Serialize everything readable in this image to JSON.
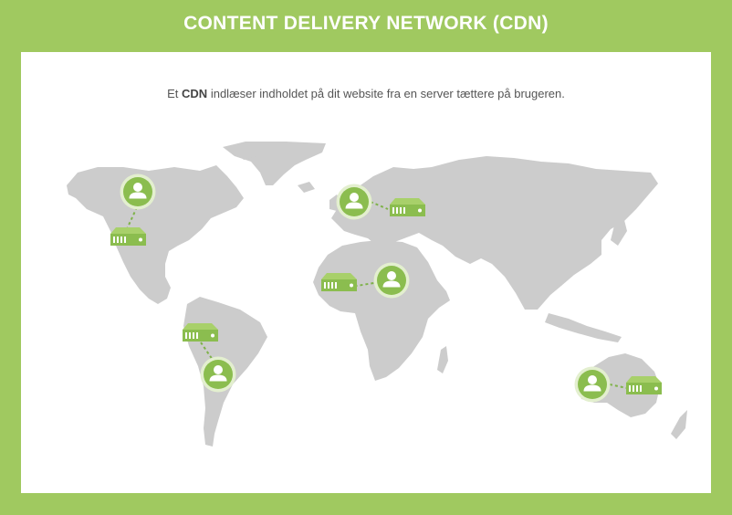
{
  "title": "CONTENT DELIVERY NETWORK (CDN)",
  "subtitle": {
    "prefix": "Et",
    "emphasis": "CDN",
    "suffix": "indlæser indholdet på dit website fra en server tættere på brugeren."
  },
  "colors": {
    "background": "#a0c960",
    "panel": "#ffffff",
    "land": "#cccccc",
    "accent": "#8bbd4f",
    "link": "#7fb24a"
  },
  "icons": {
    "user": "user-icon",
    "server": "server-icon"
  },
  "regions": [
    "north-america",
    "south-america",
    "europe",
    "africa",
    "australia"
  ]
}
